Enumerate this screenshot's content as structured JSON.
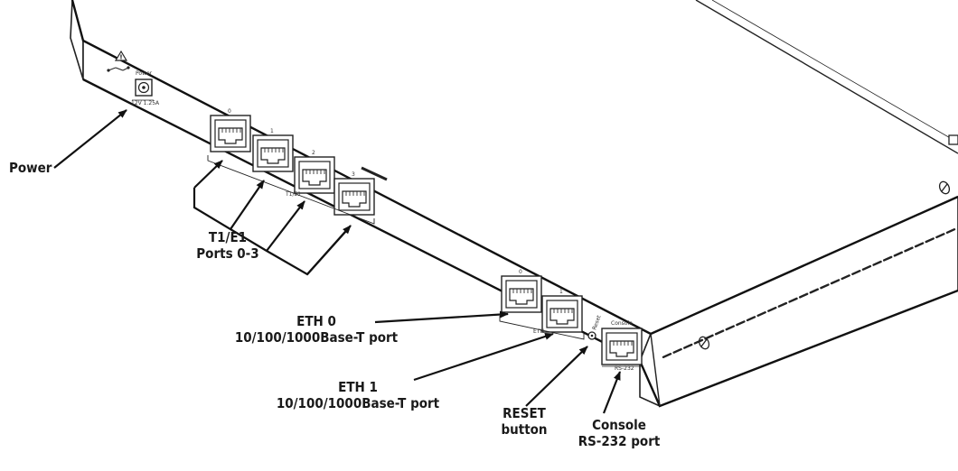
{
  "labels": {
    "power": "Power",
    "t1e1": [
      "T1/E1",
      "Ports 0-3"
    ],
    "eth0": [
      "ETH 0",
      "10/100/1000Base-T port"
    ],
    "eth1": [
      "ETH 1",
      "10/100/1000Base-T port"
    ],
    "reset": [
      "RESET",
      "button"
    ],
    "console": [
      "Console",
      "RS-232 port"
    ]
  },
  "panel_text": {
    "power": "Power",
    "power_rating": "12V 1.25A",
    "t1_numbers": [
      "0",
      "1",
      "2",
      "3"
    ],
    "t1_group": "T1/E1",
    "eth_numbers": [
      "0",
      "1"
    ],
    "eth_group": "ETH",
    "reset": "Reset",
    "console": "Console",
    "console_sub": "RS-232"
  }
}
